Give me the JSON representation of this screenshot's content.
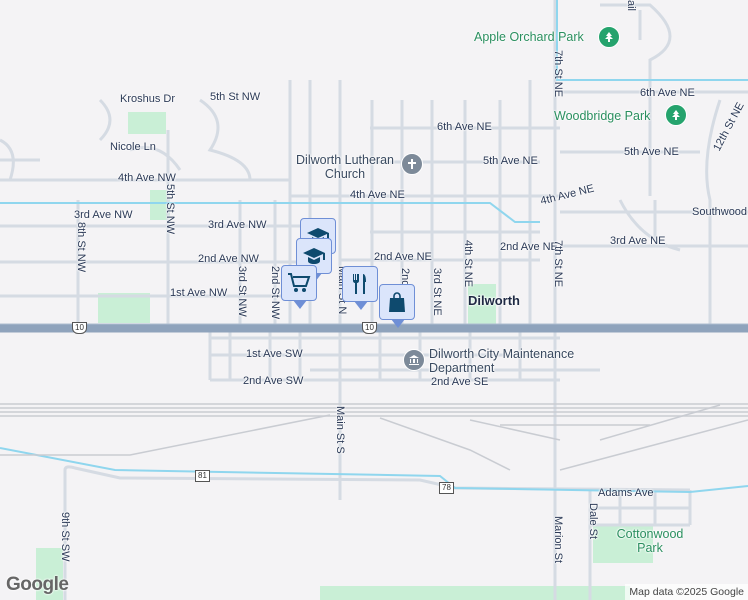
{
  "map": {
    "colors": {
      "background": "#f4f3f5",
      "road": "#d5dbe3",
      "highway": "#8fa3bc",
      "water": "#8fd6ee",
      "park": "#c9efd6",
      "rail": "#c9ccd2",
      "label": "#2c3a57",
      "park_label": "#2a8f5f"
    },
    "town": "Dilworth",
    "streets": {
      "kroshus": "Kroshus Dr",
      "fifth_nw": "5th St NW",
      "nicole": "Nicole Ln",
      "fourth_nw": "4th Ave NW",
      "third_nw": "3rd Ave NW",
      "third_nw2": "3rd Ave NW",
      "second_nw": "2nd Ave NW",
      "first_nw": "1st Ave NW",
      "eighth_st_nw": "8th St NW",
      "fifth_st_nw": "5th St NW",
      "third_st_nw": "3rd St NW",
      "second_st_nw": "2nd St NW",
      "main_st_n": "Main St N",
      "sixth_ne": "6th Ave NE",
      "fifth_ne": "5th Ave NE",
      "fourth_ne": "4th Ave NE",
      "second_ne": "2nd Ave NE",
      "second_st_ne": "2nd St NE",
      "third_st_ne": "3rd St NE",
      "fourth_st_ne": "4th St NE",
      "second_ne_e": "2nd Ave NE",
      "third_ne_e": "3rd Ave NE",
      "fourth_ne_e": "4th Ave NE",
      "fifth_ne_e": "5th Ave NE",
      "sixth_ne_e": "6th Ave NE",
      "seventh_st_ne": "7th St NE",
      "seventh_st_ne2": "7th St NE",
      "twelfth": "12th St NE",
      "southwood": "Southwood",
      "trail": "ail",
      "first_sw": "1st Ave SW",
      "second_sw": "2nd Ave SW",
      "second_se": "2nd Ave SE",
      "main_st_s": "Main St S",
      "ninth_sw": "9th St SW",
      "adams": "Adams Ave",
      "dale": "Dale St",
      "marion": "Marion St"
    },
    "places": {
      "church": "Dilworth Lutheran Church",
      "maintenance": "Dilworth City Maintenance Department",
      "apple_park": "Apple Orchard Park",
      "woodbridge_park": "Woodbridge Park",
      "cottonwood_park": "Cottonwood Park"
    },
    "shields": {
      "us10a": "10",
      "us10b": "10",
      "r81": "81",
      "r78": "78"
    },
    "pins": [
      {
        "type": "school",
        "icon": "graduation-cap-icon"
      },
      {
        "type": "school",
        "icon": "graduation-cap-icon"
      },
      {
        "type": "grocery",
        "icon": "shopping-cart-icon"
      },
      {
        "type": "restaurant",
        "icon": "fork-knife-icon"
      },
      {
        "type": "shopping",
        "icon": "shopping-bag-icon"
      }
    ],
    "logo": "Google",
    "attribution": "Map data ©2025 Google"
  }
}
